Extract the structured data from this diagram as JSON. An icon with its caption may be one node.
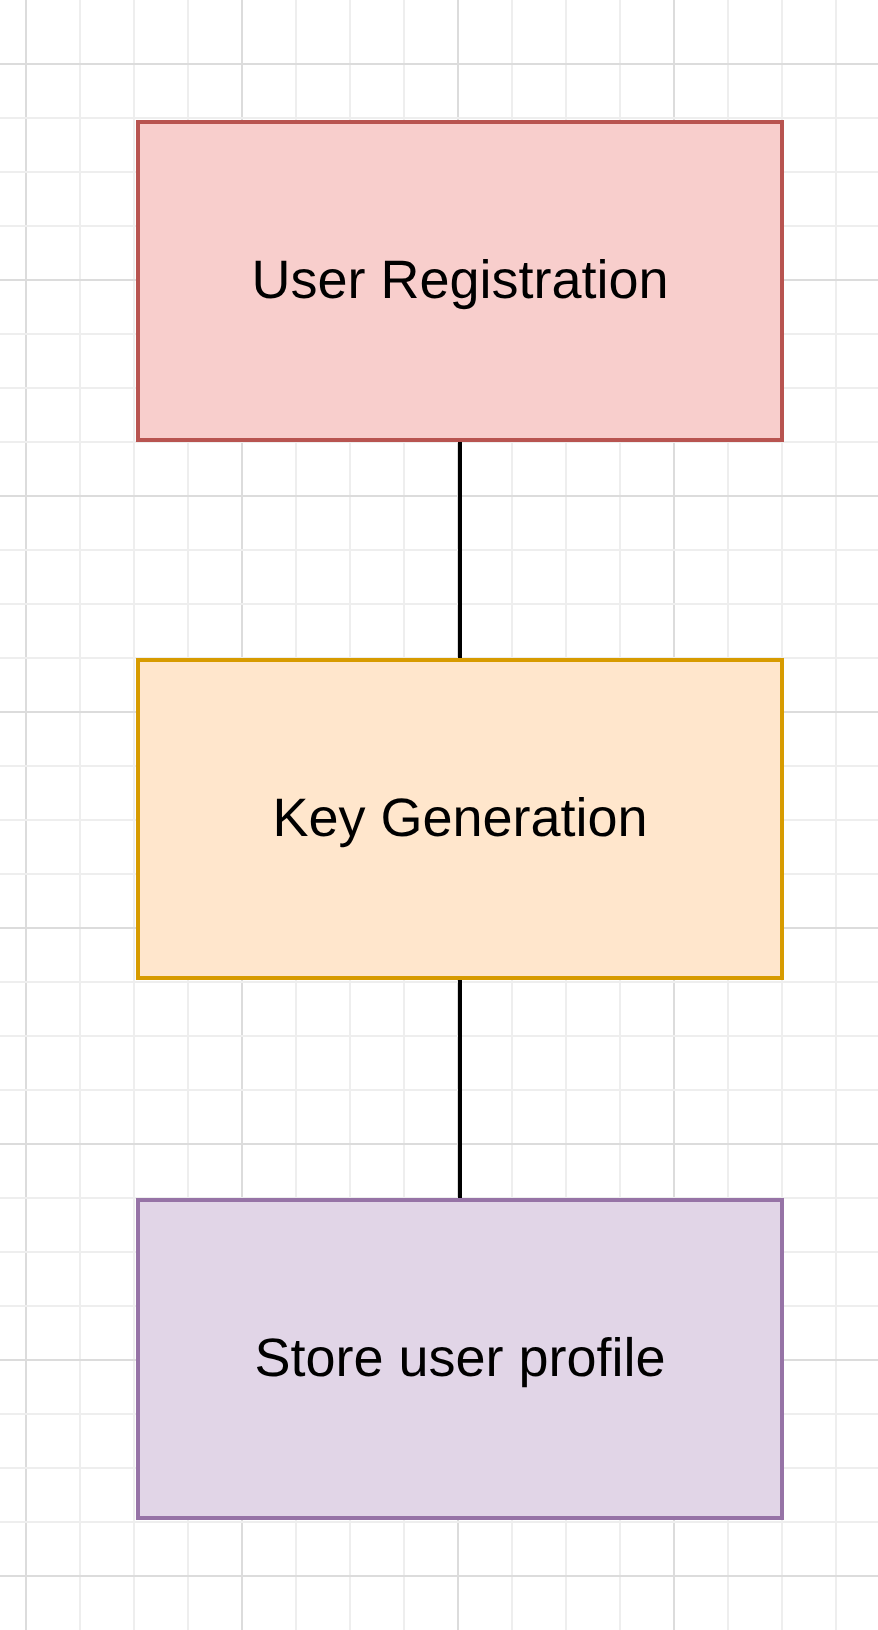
{
  "diagram": {
    "nodes": [
      {
        "text": [
          "User Registration"
        ]
      },
      {
        "text": [
          "Key Generation"
        ]
      },
      {
        "text": [
          "Store user profile"
        ]
      }
    ],
    "edges": [
      {
        "from": 0,
        "to": 1,
        "arrow": "none"
      },
      {
        "from": 1,
        "to": 2,
        "arrow": "none"
      }
    ]
  }
}
